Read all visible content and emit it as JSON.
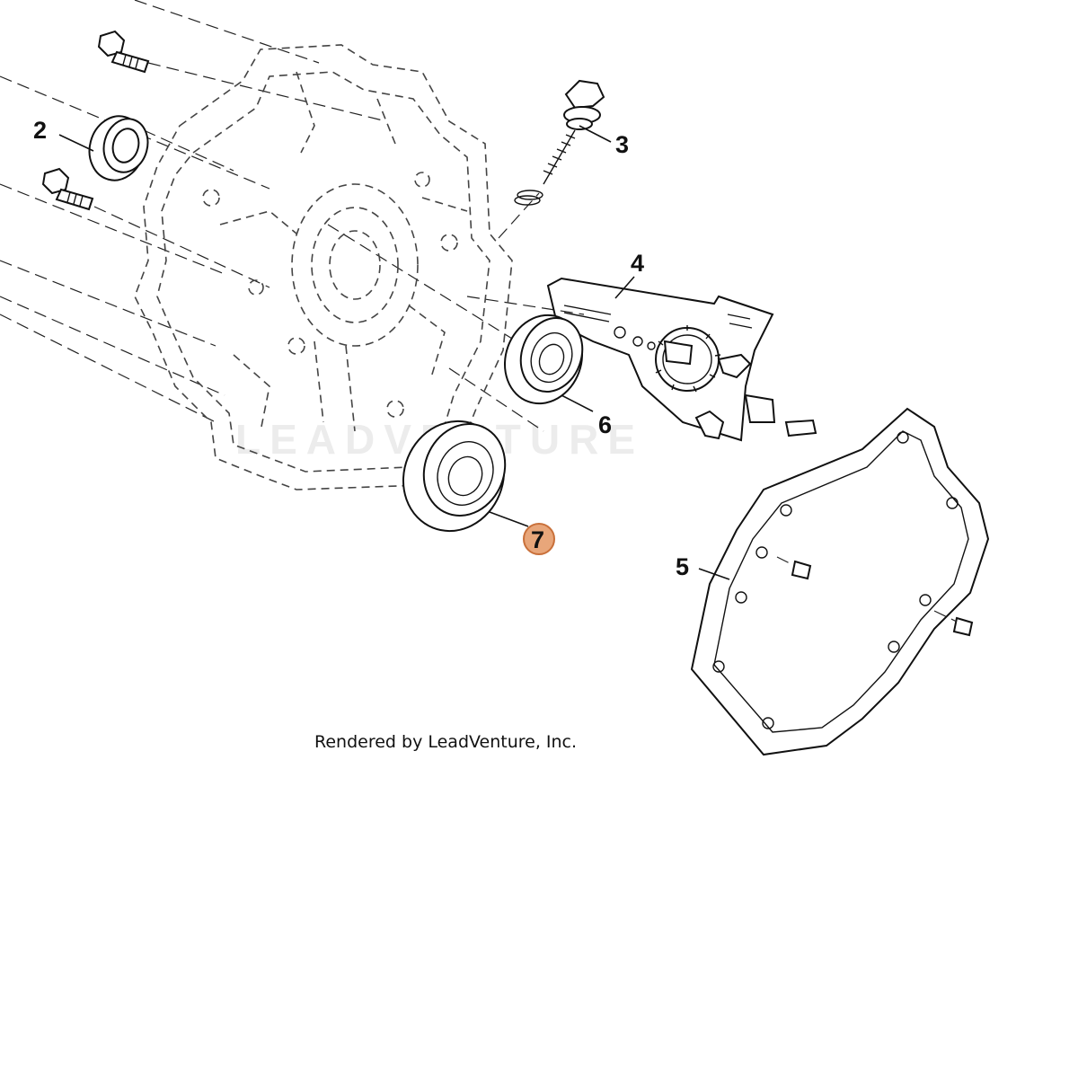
{
  "diagram": {
    "credit": "Rendered by LeadVenture, Inc.",
    "watermark": "LEADVENTURE",
    "highlight_color": "#e8a67a",
    "highlight_stroke": "#c9703a",
    "callouts": [
      {
        "id": "2",
        "label": "2"
      },
      {
        "id": "3",
        "label": "3"
      },
      {
        "id": "4",
        "label": "4"
      },
      {
        "id": "5",
        "label": "5"
      },
      {
        "id": "6",
        "label": "6"
      },
      {
        "id": "7",
        "label": "7",
        "highlighted": true
      }
    ]
  }
}
